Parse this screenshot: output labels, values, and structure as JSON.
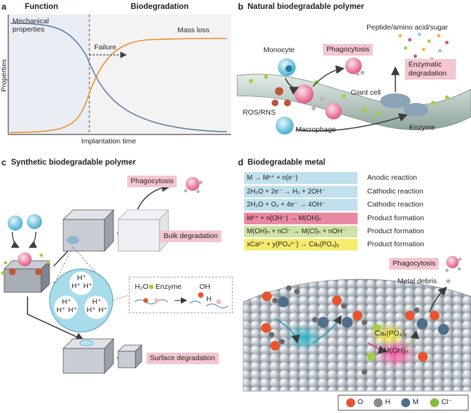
{
  "panel_a": {
    "label": "a",
    "function_heading": "Function",
    "biodegradation_heading": "Biodegradation",
    "mechanical_properties": "Mechanical properties",
    "failure": "Failure",
    "mass_loss": "Mass loss",
    "y_axis": "Properties",
    "x_axis": "Implantation time",
    "colors": {
      "mechanical": "#5b7aa0",
      "mass_loss": "#f08a24"
    }
  },
  "panel_b": {
    "label": "b",
    "title": "Natural biodegradable polymer",
    "monocyte": "Monocyte",
    "phagocytosis": "Phagocytosis",
    "peptide": "Peptide/amino acid/sugar",
    "enzymatic_degradation": "Enzymatic degradation",
    "giant_cell": "Giant cell",
    "ros_rns": "ROS/RNS",
    "macrophage": "Macrophage",
    "enzyme": "Enzyme"
  },
  "panel_c": {
    "label": "c",
    "title": "Synthetic biodegradable polymer",
    "phagocytosis": "Phagocytosis",
    "bulk_degradation": "Bulk degradation",
    "surface_degradation": "Surface degradation",
    "h2o": "H₂O",
    "enzyme": "Enzyme",
    "oh": "OH",
    "h": "H",
    "hplus": "H⁺"
  },
  "panel_d": {
    "label": "d",
    "title": "Biodegradable metal",
    "reactions": [
      {
        "equation": "M → Mⁿ⁺ + n(e⁻)",
        "label": "Anodic reaction",
        "color": "#bfe0ec"
      },
      {
        "equation": "2H₂O + 2e⁻ → H₂ + 2OH⁻",
        "label": "Cathodic reaction",
        "color": "#bfe0ec"
      },
      {
        "equation": "2H₂O + O₂ + 4e⁻ → 4OH⁻",
        "label": "Cathodic reaction",
        "color": "#bfe0ec"
      },
      {
        "equation": "Mⁿ⁺ + n(OH⁻) → M(OH)ₙ",
        "label": "Product formation",
        "color": "#ea88a2"
      },
      {
        "equation": "M(OH)ₙ + nCl⁻ → M(Cl)ₙ + nOH⁻",
        "label": "Product formation",
        "color": "#cfe3a6"
      },
      {
        "equation": "xCa²⁺ + y(PO₄³⁻) → Caₓ(PO₄)ᵧ",
        "label": "Product formation",
        "color": "#f4ec6c"
      }
    ],
    "phagocytosis": "Phagocytosis",
    "metal_debris": "Metal debris",
    "ca_po": "Caₓ(PO₄)ᵧ",
    "moh": "M(OH)ₙ",
    "legend": [
      {
        "symbol": "O",
        "color": "#e8542e"
      },
      {
        "symbol": "H",
        "color": "#8a8a8a"
      },
      {
        "symbol": "M",
        "color": "#4f6f8a"
      },
      {
        "symbol": "Cl⁻",
        "color": "#7fbd3a"
      }
    ]
  }
}
